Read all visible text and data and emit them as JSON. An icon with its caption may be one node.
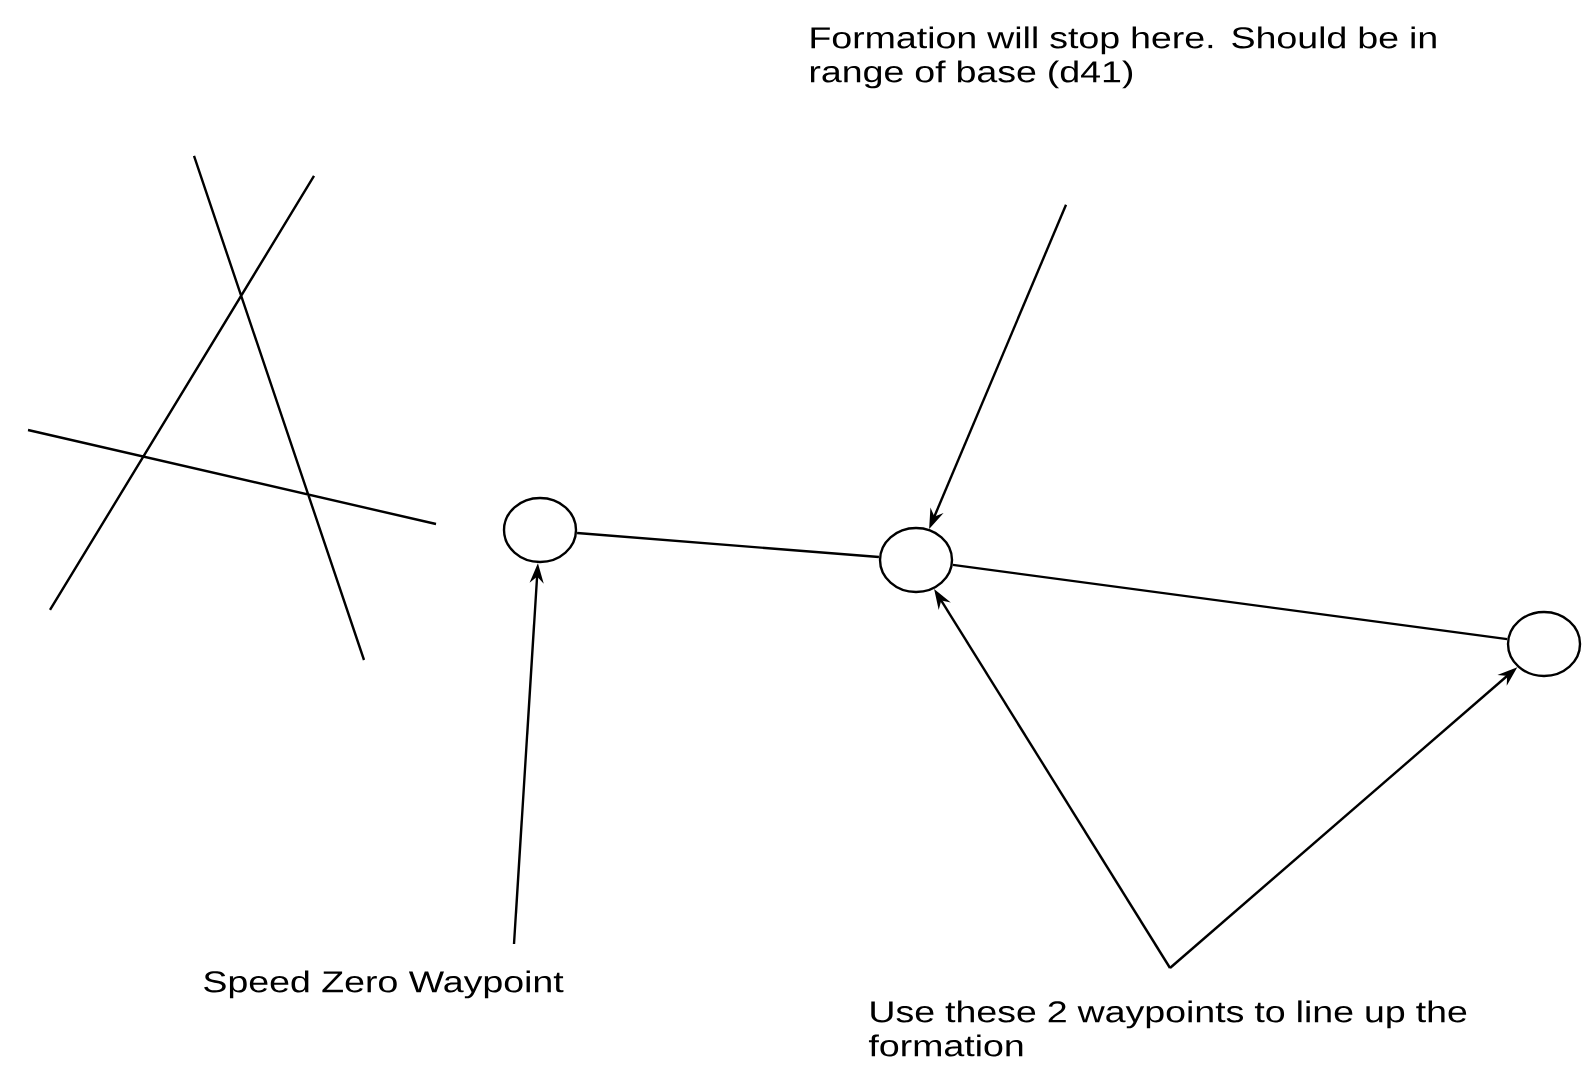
{
  "diagram": {
    "nodes": [
      {
        "text": [
          "Formation will stop here.  Should be in range of base (d41)"
        ]
      },
      {
        "text": [],
        "shape": "circle"
      },
      {
        "text": [],
        "shape": "circle"
      },
      {
        "text": [],
        "shape": "circle"
      },
      {
        "text": [
          "Speed Zero Waypoint"
        ]
      },
      {
        "text": [
          "Use these 2 waypoints to line up the formation"
        ]
      }
    ],
    "edges": [
      {
        "from": 1,
        "to": 2,
        "arrow": "none"
      },
      {
        "from": 2,
        "to": 3,
        "arrow": "none"
      },
      {
        "from": 0,
        "to": 2,
        "arrow": "to"
      },
      {
        "from": 4,
        "to": 1,
        "arrow": "to"
      },
      {
        "from": 5,
        "to": 2,
        "arrow": "to"
      },
      {
        "from": 5,
        "to": 3,
        "arrow": "to"
      }
    ]
  }
}
